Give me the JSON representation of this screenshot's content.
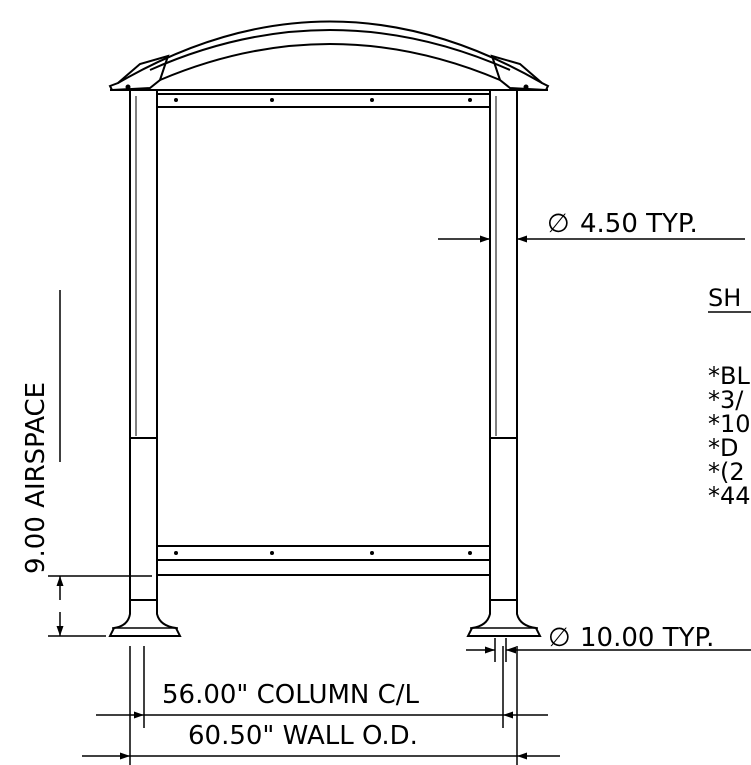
{
  "dimensions": {
    "column_diameter": {
      "symbol": "∅",
      "text": "4.50 TYP."
    },
    "base_diameter": {
      "symbol": "∅",
      "text": "10.00 TYP."
    },
    "airspace": "9.00 AIRSPACE",
    "column_spacing": "56.00\" COLUMN C/L",
    "wall_width": "60.50\" WALL O.D."
  },
  "notes": {
    "heading": "SH",
    "items": [
      "*BL",
      "*3/",
      "*10",
      "*D",
      "*(2",
      "*44"
    ]
  }
}
